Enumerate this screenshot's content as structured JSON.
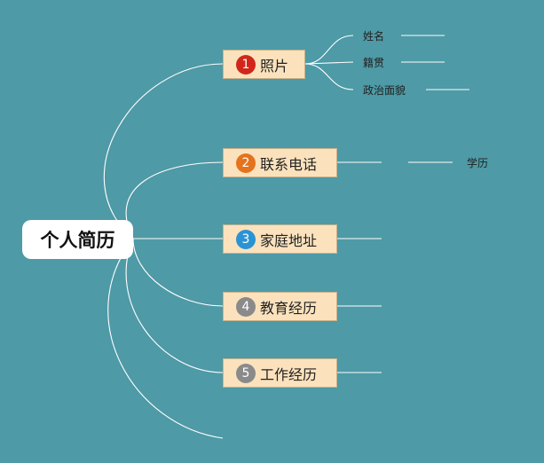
{
  "root": {
    "label": "个人简历"
  },
  "branches": [
    {
      "num": "1",
      "label": "照片",
      "color": "#d0271a"
    },
    {
      "num": "2",
      "label": "联系电话",
      "color": "#e5731c"
    },
    {
      "num": "3",
      "label": "家庭地址",
      "color": "#2a93d4"
    },
    {
      "num": "4",
      "label": "教育经历",
      "color": "#8a8a8a"
    },
    {
      "num": "5",
      "label": "工作经历",
      "color": "#8a8a8a"
    }
  ],
  "leaves": {
    "photo": [
      "姓名",
      "籍贯",
      "政治面貌"
    ],
    "contact": [
      "学历"
    ]
  },
  "colors": {
    "background": "#4e9aa6",
    "line": "#ffffff",
    "node_fill": "#fbe2bd"
  }
}
